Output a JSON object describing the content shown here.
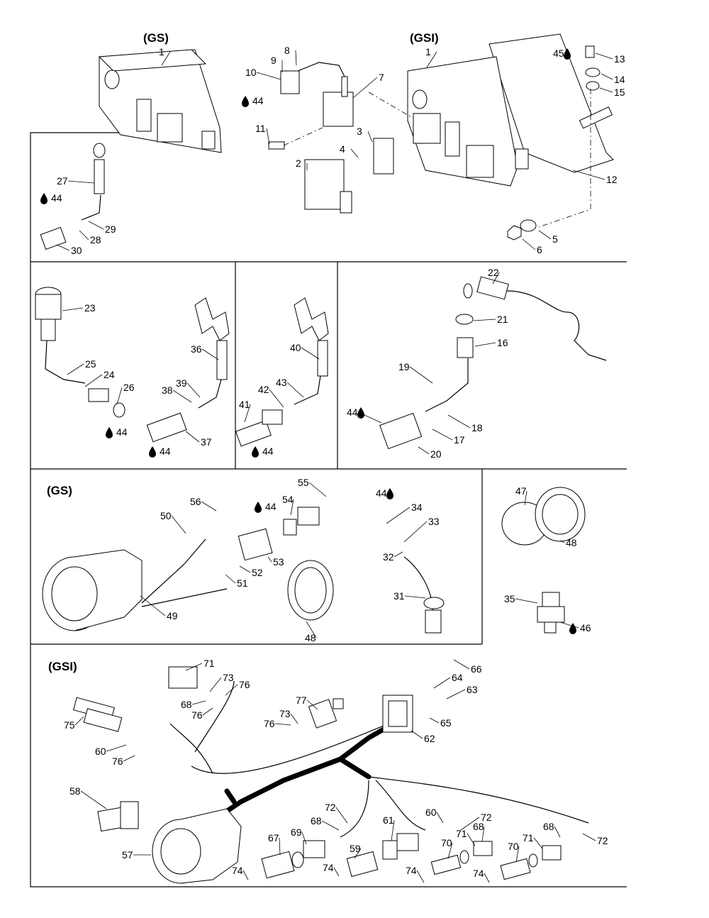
{
  "sections": {
    "top_gs": "(GS)",
    "top_gsi": "(GSI)",
    "gauge_gs": "(GS)",
    "gauge_gsi": "(GSI)"
  },
  "labels": [
    {
      "id": "1-gs",
      "text": "1"
    },
    {
      "id": "1-gsi",
      "text": "1"
    },
    {
      "id": "2",
      "text": "2"
    },
    {
      "id": "3",
      "text": "3"
    },
    {
      "id": "4",
      "text": "4"
    },
    {
      "id": "5",
      "text": "5"
    },
    {
      "id": "6",
      "text": "6"
    },
    {
      "id": "7",
      "text": "7"
    },
    {
      "id": "8",
      "text": "8"
    },
    {
      "id": "9",
      "text": "9"
    },
    {
      "id": "10",
      "text": "10"
    },
    {
      "id": "11",
      "text": "11"
    },
    {
      "id": "12",
      "text": "12"
    },
    {
      "id": "13",
      "text": "13"
    },
    {
      "id": "14",
      "text": "14"
    },
    {
      "id": "15",
      "text": "15"
    },
    {
      "id": "16",
      "text": "16"
    },
    {
      "id": "17",
      "text": "17"
    },
    {
      "id": "18",
      "text": "18"
    },
    {
      "id": "19",
      "text": "19"
    },
    {
      "id": "20",
      "text": "20"
    },
    {
      "id": "21",
      "text": "21"
    },
    {
      "id": "22",
      "text": "22"
    },
    {
      "id": "23",
      "text": "23"
    },
    {
      "id": "24",
      "text": "24"
    },
    {
      "id": "25",
      "text": "25"
    },
    {
      "id": "26",
      "text": "26"
    },
    {
      "id": "27",
      "text": "27"
    },
    {
      "id": "28",
      "text": "28"
    },
    {
      "id": "29",
      "text": "29"
    },
    {
      "id": "30",
      "text": "30"
    },
    {
      "id": "31",
      "text": "31"
    },
    {
      "id": "32",
      "text": "32"
    },
    {
      "id": "33",
      "text": "33"
    },
    {
      "id": "34",
      "text": "34"
    },
    {
      "id": "35",
      "text": "35"
    },
    {
      "id": "36",
      "text": "36"
    },
    {
      "id": "37",
      "text": "37"
    },
    {
      "id": "38",
      "text": "38"
    },
    {
      "id": "39",
      "text": "39"
    },
    {
      "id": "40",
      "text": "40"
    },
    {
      "id": "41",
      "text": "41"
    },
    {
      "id": "42",
      "text": "42"
    },
    {
      "id": "43",
      "text": "43"
    },
    {
      "id": "44-a",
      "text": "44"
    },
    {
      "id": "44-b",
      "text": "44"
    },
    {
      "id": "44-c",
      "text": "44"
    },
    {
      "id": "44-d",
      "text": "44"
    },
    {
      "id": "44-e",
      "text": "44"
    },
    {
      "id": "44-f",
      "text": "44"
    },
    {
      "id": "44-g",
      "text": "44"
    },
    {
      "id": "44-h",
      "text": "44"
    },
    {
      "id": "45",
      "text": "45"
    },
    {
      "id": "46",
      "text": "46"
    },
    {
      "id": "47",
      "text": "47"
    },
    {
      "id": "48-a",
      "text": "48"
    },
    {
      "id": "48-b",
      "text": "48"
    },
    {
      "id": "49",
      "text": "49"
    },
    {
      "id": "50",
      "text": "50"
    },
    {
      "id": "51",
      "text": "51"
    },
    {
      "id": "52",
      "text": "52"
    },
    {
      "id": "53",
      "text": "53"
    },
    {
      "id": "54",
      "text": "54"
    },
    {
      "id": "55",
      "text": "55"
    },
    {
      "id": "56",
      "text": "56"
    },
    {
      "id": "57",
      "text": "57"
    },
    {
      "id": "58",
      "text": "58"
    },
    {
      "id": "59",
      "text": "59"
    },
    {
      "id": "60-a",
      "text": "60"
    },
    {
      "id": "60-b",
      "text": "60"
    },
    {
      "id": "61",
      "text": "61"
    },
    {
      "id": "62",
      "text": "62"
    },
    {
      "id": "63",
      "text": "63"
    },
    {
      "id": "64",
      "text": "64"
    },
    {
      "id": "65",
      "text": "65"
    },
    {
      "id": "66",
      "text": "66"
    },
    {
      "id": "67",
      "text": "67"
    },
    {
      "id": "68-a",
      "text": "68"
    },
    {
      "id": "68-b",
      "text": "68"
    },
    {
      "id": "68-c",
      "text": "68"
    },
    {
      "id": "68-d",
      "text": "68"
    },
    {
      "id": "69",
      "text": "69"
    },
    {
      "id": "70-a",
      "text": "70"
    },
    {
      "id": "70-b",
      "text": "70"
    },
    {
      "id": "71-a",
      "text": "71"
    },
    {
      "id": "71-b",
      "text": "71"
    },
    {
      "id": "71-c",
      "text": "71"
    },
    {
      "id": "72-a",
      "text": "72"
    },
    {
      "id": "72-b",
      "text": "72"
    },
    {
      "id": "72-c",
      "text": "72"
    },
    {
      "id": "73-a",
      "text": "73"
    },
    {
      "id": "73-b",
      "text": "73"
    },
    {
      "id": "74-a",
      "text": "74"
    },
    {
      "id": "74-b",
      "text": "74"
    },
    {
      "id": "74-c",
      "text": "74"
    },
    {
      "id": "74-d",
      "text": "74"
    },
    {
      "id": "75",
      "text": "75"
    },
    {
      "id": "76-a",
      "text": "76"
    },
    {
      "id": "76-b",
      "text": "76"
    },
    {
      "id": "76-c",
      "text": "76"
    },
    {
      "id": "76-d",
      "text": "76"
    },
    {
      "id": "77",
      "text": "77"
    }
  ],
  "icons": {
    "drop_symbol": "sealant-drop-icon"
  }
}
